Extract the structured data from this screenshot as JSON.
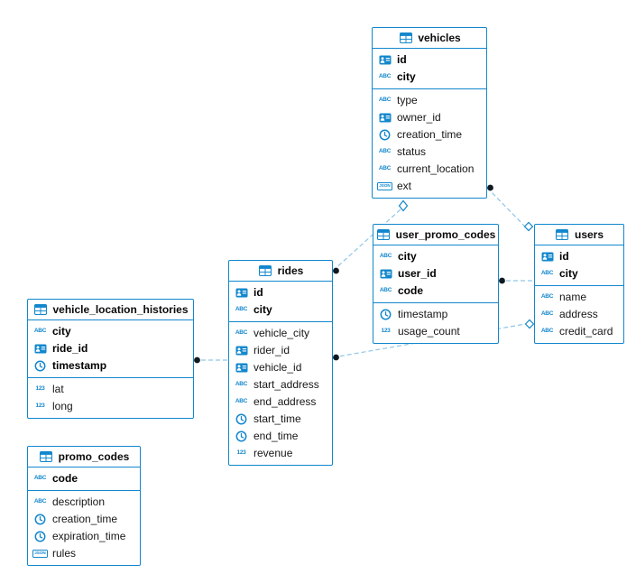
{
  "colors": {
    "accent": "#1287cd",
    "relationship_line": "#8fc6e6",
    "dot": "#101820",
    "text": "#161616",
    "background": "#ffffff"
  },
  "icons": {
    "text_glyph": "ABC",
    "number_glyph": "123",
    "json_glyph": "JSON",
    "table_icon": "grid-table",
    "id_icon": "id-badge",
    "time_icon": "clock"
  },
  "tables": {
    "vehicles": {
      "title": "vehicles",
      "pk": [
        {
          "name": "id",
          "type": "id"
        },
        {
          "name": "city",
          "type": "text"
        }
      ],
      "cols": [
        {
          "name": "type",
          "type": "text"
        },
        {
          "name": "owner_id",
          "type": "id"
        },
        {
          "name": "creation_time",
          "type": "time"
        },
        {
          "name": "status",
          "type": "text"
        },
        {
          "name": "current_location",
          "type": "text"
        },
        {
          "name": "ext",
          "type": "json"
        }
      ]
    },
    "user_promo_codes": {
      "title": "user_promo_codes",
      "pk": [
        {
          "name": "city",
          "type": "text"
        },
        {
          "name": "user_id",
          "type": "id"
        },
        {
          "name": "code",
          "type": "text"
        }
      ],
      "cols": [
        {
          "name": "timestamp",
          "type": "time"
        },
        {
          "name": "usage_count",
          "type": "number"
        }
      ]
    },
    "users": {
      "title": "users",
      "pk": [
        {
          "name": "id",
          "type": "id"
        },
        {
          "name": "city",
          "type": "text"
        }
      ],
      "cols": [
        {
          "name": "name",
          "type": "text"
        },
        {
          "name": "address",
          "type": "text"
        },
        {
          "name": "credit_card",
          "type": "text"
        }
      ]
    },
    "rides": {
      "title": "rides",
      "pk": [
        {
          "name": "id",
          "type": "id"
        },
        {
          "name": "city",
          "type": "text"
        }
      ],
      "cols": [
        {
          "name": "vehicle_city",
          "type": "text"
        },
        {
          "name": "rider_id",
          "type": "id"
        },
        {
          "name": "vehicle_id",
          "type": "id"
        },
        {
          "name": "start_address",
          "type": "text"
        },
        {
          "name": "end_address",
          "type": "text"
        },
        {
          "name": "start_time",
          "type": "time"
        },
        {
          "name": "end_time",
          "type": "time"
        },
        {
          "name": "revenue",
          "type": "number"
        }
      ]
    },
    "vehicle_location_histories": {
      "title": "vehicle_location_histories",
      "pk": [
        {
          "name": "city",
          "type": "text"
        },
        {
          "name": "ride_id",
          "type": "id"
        },
        {
          "name": "timestamp",
          "type": "time"
        }
      ],
      "cols": [
        {
          "name": "lat",
          "type": "number"
        },
        {
          "name": "long",
          "type": "number"
        }
      ]
    },
    "promo_codes": {
      "title": "promo_codes",
      "pk": [
        {
          "name": "code",
          "type": "text"
        }
      ],
      "cols": [
        {
          "name": "description",
          "type": "text"
        },
        {
          "name": "creation_time",
          "type": "time"
        },
        {
          "name": "expiration_time",
          "type": "time"
        },
        {
          "name": "rules",
          "type": "json"
        }
      ]
    }
  },
  "relationships": [
    {
      "from": "rides",
      "to": "vehicles",
      "dot_at": "rides",
      "diamond_at": "vehicles"
    },
    {
      "from": "vehicles",
      "to": "users",
      "dot_at": "vehicles",
      "diamond_at": "users"
    },
    {
      "from": "rides",
      "to": "users",
      "dot_at": "rides",
      "diamond_at": "users"
    },
    {
      "from": "user_promo_codes",
      "to": "users",
      "dot_at": "user_promo_codes",
      "diamond_at": null
    },
    {
      "from": "vehicle_location_histories",
      "to": "rides",
      "dot_at": "vehicle_location_histories",
      "diamond_at": null
    }
  ]
}
